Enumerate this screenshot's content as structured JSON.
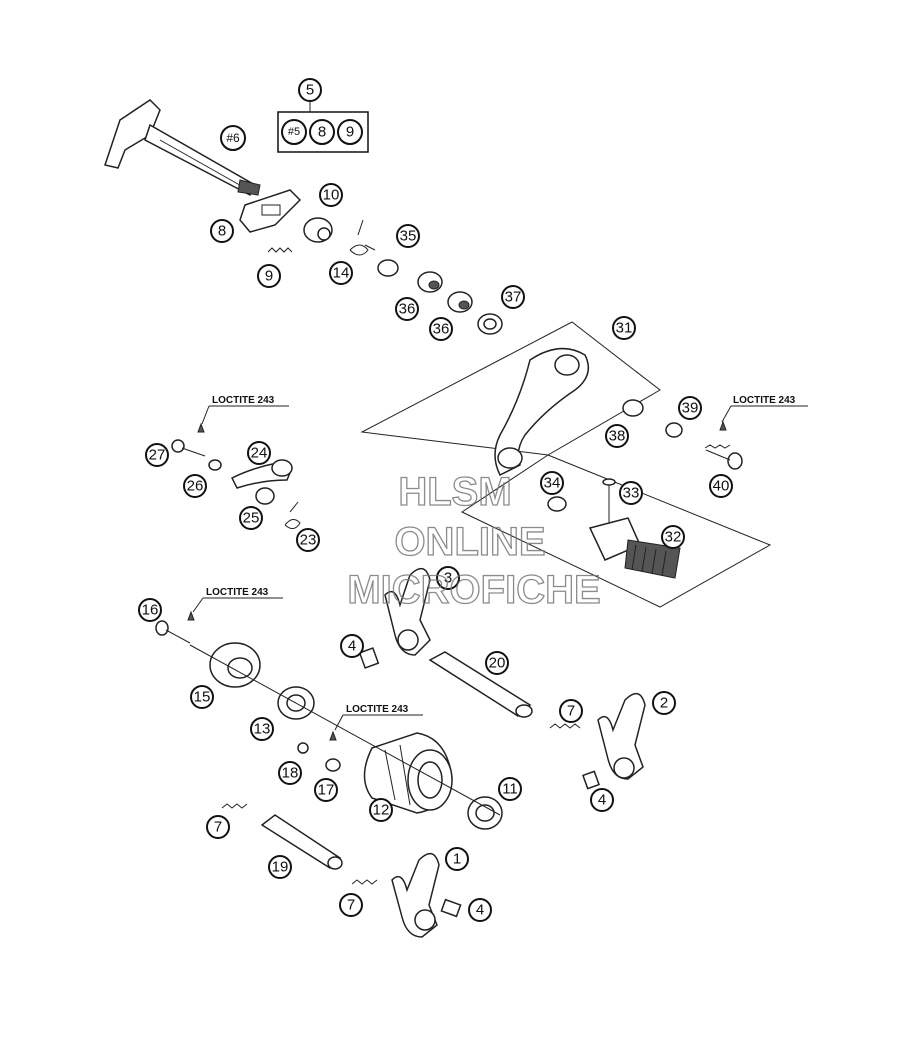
{
  "callouts": {
    "c1": "1",
    "c2": "2",
    "c3": "3",
    "c4a": "4",
    "c4b": "4",
    "c4c": "4",
    "c5": "5",
    "c6": "#6",
    "c7a": "7",
    "c7b": "7",
    "c7c": "7",
    "c8a": "8",
    "c9a": "9",
    "c10": "10",
    "c11": "11",
    "c12": "12",
    "c13": "13",
    "c14": "14",
    "c15": "15",
    "c16": "16",
    "c17": "17",
    "c18": "18",
    "c19": "19",
    "c20": "20",
    "c23": "23",
    "c24": "24",
    "c25": "25",
    "c26": "26",
    "c27": "27",
    "c31": "31",
    "c32": "32",
    "c33": "33",
    "c34": "34",
    "c35": "35",
    "c36a": "36",
    "c36b": "36",
    "c37": "37",
    "c38": "38",
    "c39": "39",
    "c40": "40",
    "kit5": "#5",
    "kit8": "8",
    "kit9": "9"
  },
  "loctite_label": "LOCTITE 243",
  "watermark": {
    "line1": "HLSM",
    "line2": "ONLINE",
    "line3": "MICROFICHE"
  }
}
